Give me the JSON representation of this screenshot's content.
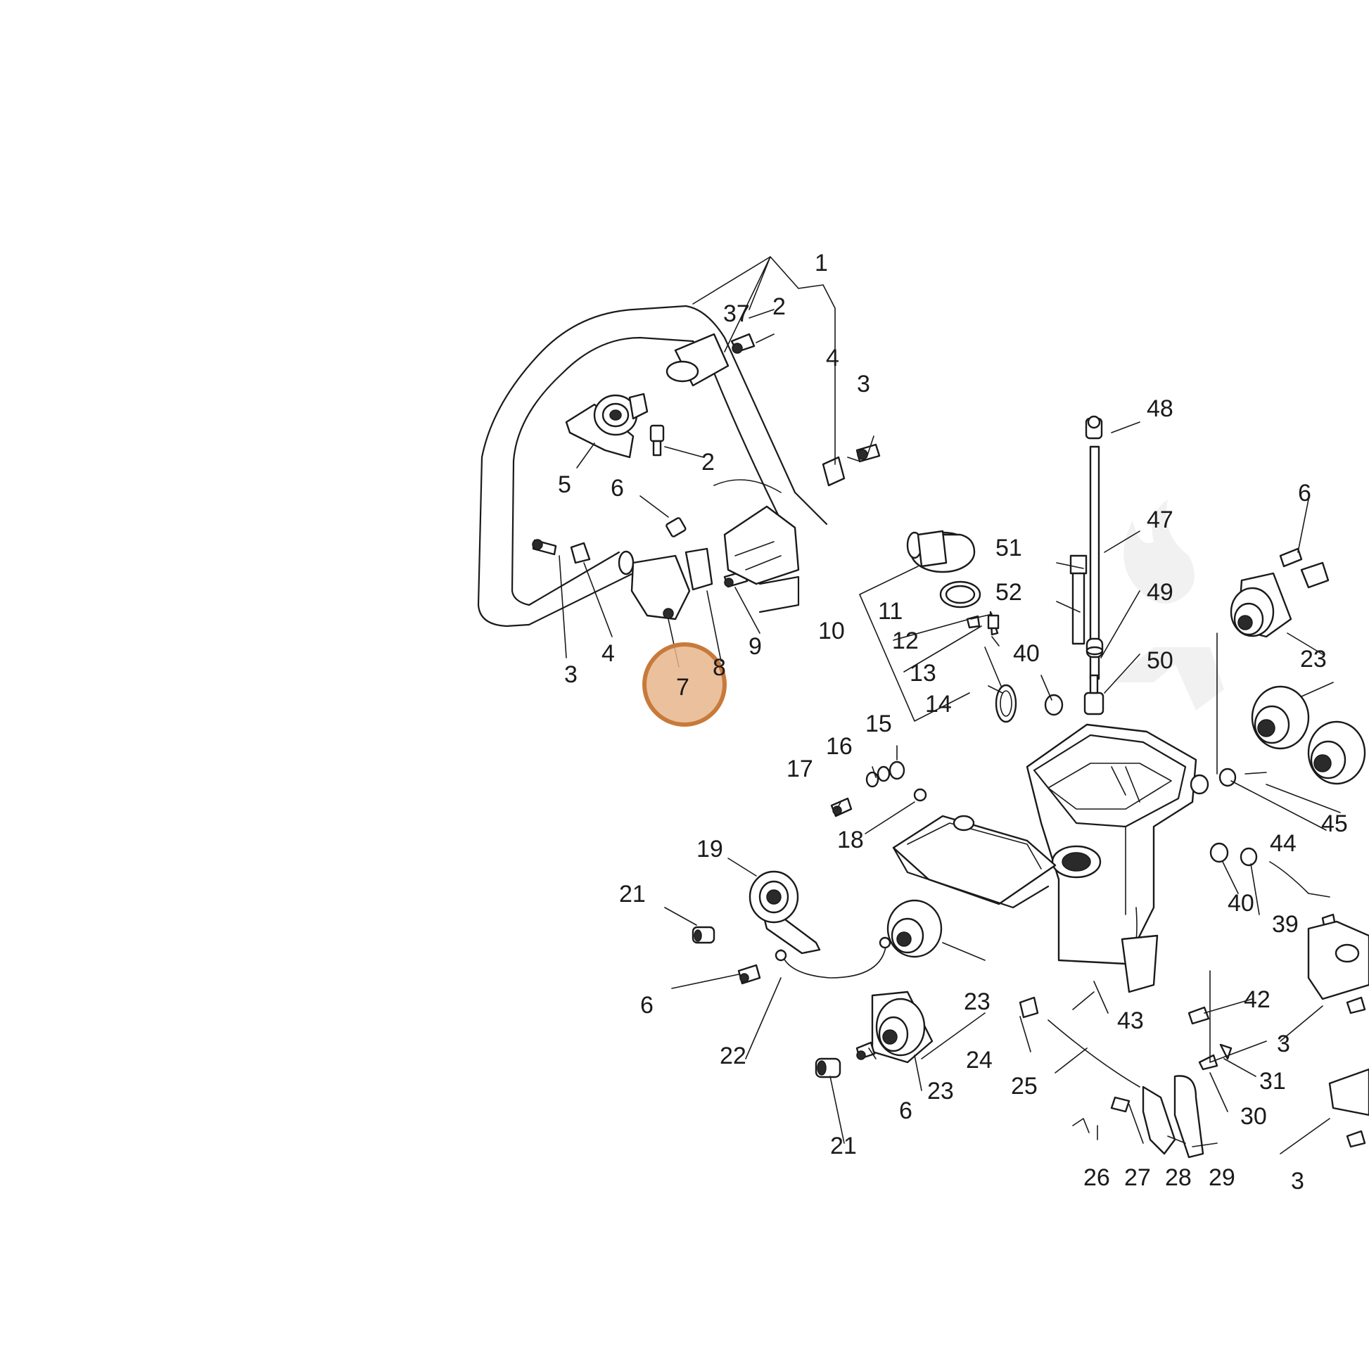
{
  "diagram": {
    "highlight": {
      "label": "7",
      "color": "#c77a3a",
      "fill": "#e8b58c"
    },
    "labels": [
      "1",
      "37",
      "2",
      "4",
      "3",
      "48",
      "2",
      "5",
      "6",
      "47",
      "6",
      "51",
      "10",
      "11",
      "52",
      "49",
      "23",
      "3",
      "4",
      "7",
      "8",
      "9",
      "12",
      "13",
      "40",
      "50",
      "14",
      "15",
      "16",
      "17",
      "18",
      "45",
      "44",
      "19",
      "21",
      "40",
      "39",
      "6",
      "22",
      "23",
      "42",
      "43",
      "24",
      "25",
      "3",
      "31",
      "30",
      "23",
      "21",
      "6",
      "26",
      "27",
      "28",
      "29",
      "3"
    ]
  }
}
